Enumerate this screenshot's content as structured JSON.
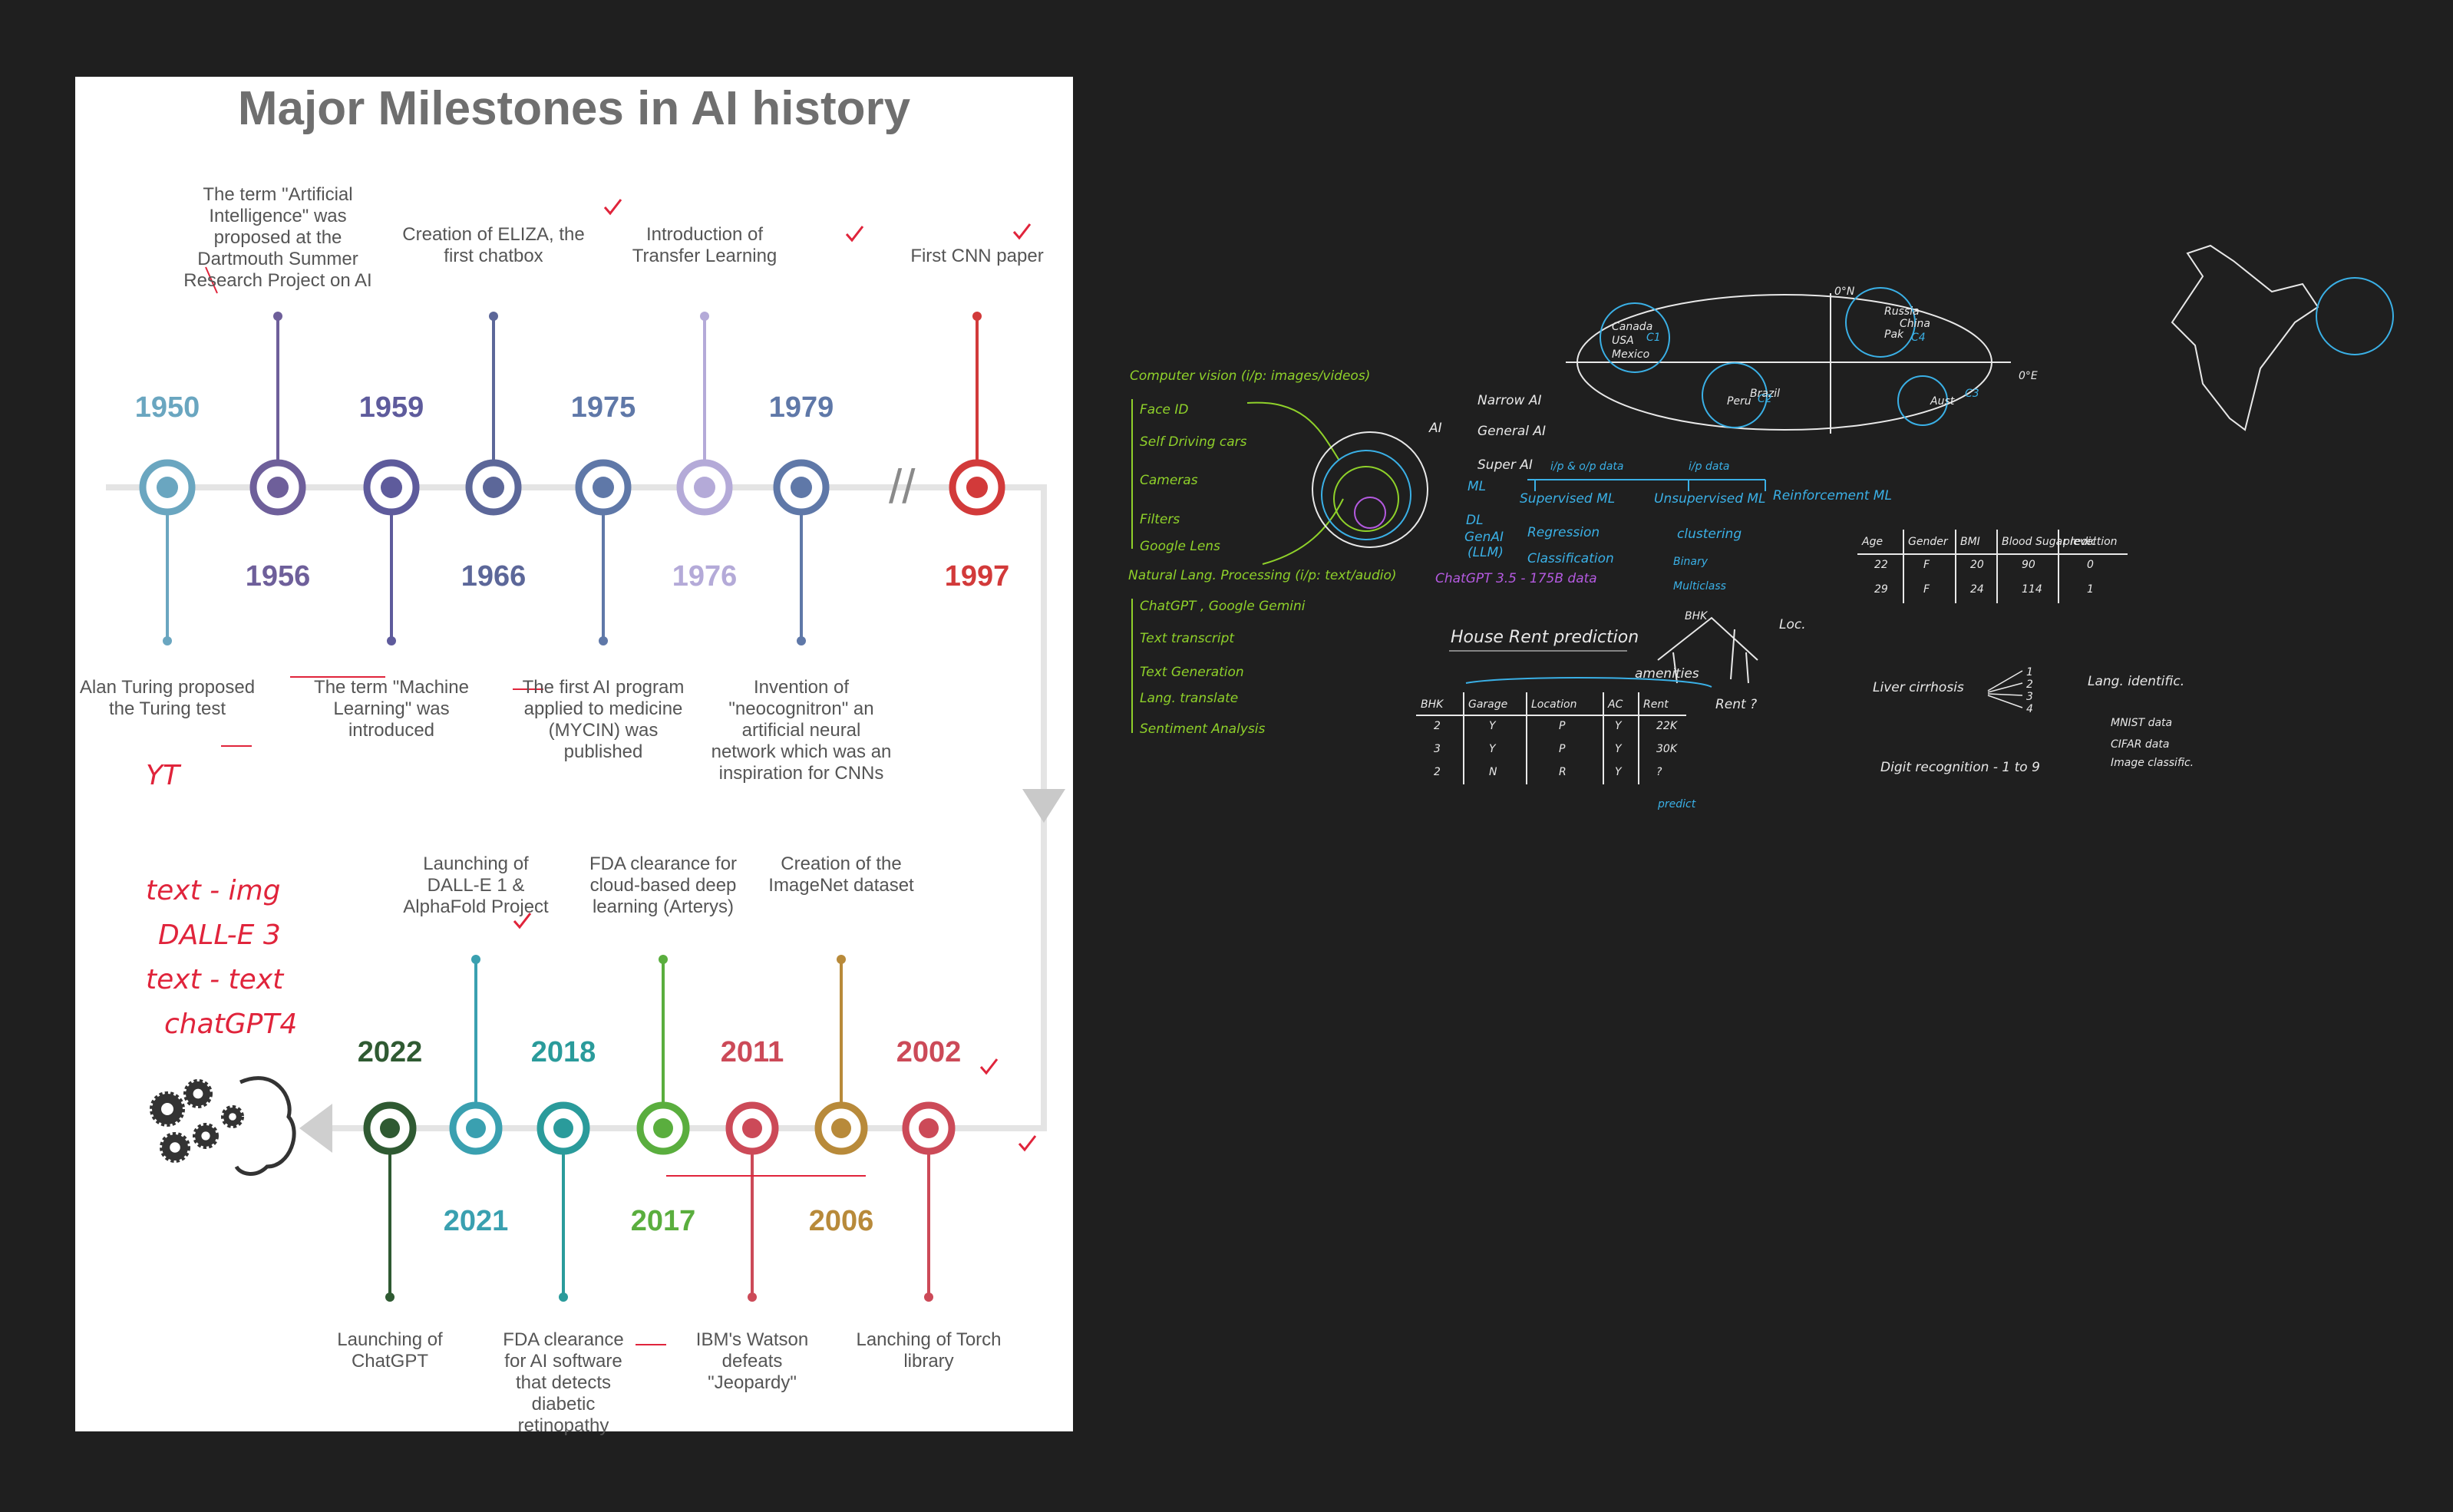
{
  "infographic": {
    "title": "Major Milestones in AI history",
    "top_years": [
      {
        "year": "1950",
        "color": "#6aa6c0"
      },
      {
        "year": "1959",
        "color": "#5e5b9c"
      },
      {
        "year": "1975",
        "color": "#5f78a8"
      },
      {
        "year": "1979",
        "color": "#5f78a8"
      },
      {
        "year": "1956",
        "color": "#6e5f9a"
      },
      {
        "year": "1966",
        "color": "#5c6799"
      },
      {
        "year": "1976",
        "color": "#b4aad8"
      },
      {
        "year": "1997",
        "color": "#d23a3a"
      }
    ],
    "top_descriptions": [
      "The term \"Artificial\nIntelligence\" was\nproposed at the\nDartmouth Summer\nResearch Project on AI",
      "Creation of ELIZA, the\nfirst chatbox",
      "Introduction of\nTransfer Learning",
      "First CNN paper",
      "Alan Turing proposed\nthe Turing test",
      "The term \"Machine\nLearning\" was\nintroduced",
      "The first AI program\napplied to medicine\n(MYCIN) was\npublished",
      "Invention of\n\"neocognitron\" an\nartificial neural\nnetwork which was an\ninspiration for CNNs"
    ],
    "bottom_years": [
      {
        "year": "2022",
        "color": "#2f5a32"
      },
      {
        "year": "2018",
        "color": "#2a9b9b"
      },
      {
        "year": "2011",
        "color": "#cc4a58"
      },
      {
        "year": "2002",
        "color": "#cc4a58"
      },
      {
        "year": "2021",
        "color": "#3aa0b0"
      },
      {
        "year": "2017",
        "color": "#5aae3e"
      },
      {
        "year": "2006",
        "color": "#b88a3a"
      }
    ],
    "bottom_descriptions": [
      "Launching of\nDALL-E 1 &\nAlphaFold Project",
      "FDA clearance for\ncloud-based deep\nlearning (Arterys)",
      "Creation of the\nImageNet dataset",
      "Launching of\nChatGPT",
      "FDA clearance\nfor AI software\nthat detects\ndiabetic\nretinopathy",
      "IBM's Watson\ndefeats\n\"Jeopardy\"",
      "Lanching of Torch\nlibrary"
    ],
    "break_mark": "//",
    "brain_icon": "brain-gears-icon"
  },
  "annotations": {
    "yt": "YT",
    "text_img": "text - img",
    "dalle3": "DALL-E 3",
    "text_text": "text - text",
    "chatgpt4": "chatGPT4"
  },
  "board": {
    "cv": "Computer vision (i/p: images/videos)",
    "face": "Face ID",
    "self": "Self Driving cars",
    "cameras": "Cameras",
    "filters": "Filters",
    "lens": "Google Lens",
    "nlp": "Natural Lang. Processing (i/p: text/audio)",
    "chatgpt": "ChatGPT , Google Gemini",
    "transcript": "Text transcript",
    "textgen": "Text Generation",
    "translate": "Lang. translate",
    "sentiment": "Sentiment Analysis",
    "narrow": "Narrow AI",
    "general": "General AI",
    "super": "Super AI",
    "ai": "AI",
    "ml": "ML",
    "dl": "DL",
    "genai": "GenAI",
    "llm": "(LLM)",
    "chatgpt35": "ChatGPT 3.5 - 175B data",
    "sup": "Supervised ML",
    "unsup": "Unsupervised ML",
    "reinf": "Reinforcement ML",
    "io": "i/p & o/p data",
    "ip": "i/p data",
    "regression": "Regression",
    "classification": "Classification",
    "clustering": "clustering",
    "binary": "Binary",
    "multiclass": "Multiclass",
    "house": "House Rent prediction",
    "amenities": "amenities",
    "rent_q": "Rent ?",
    "bhk": "BHK",
    "loc": "Loc.",
    "predict": "predict",
    "rent_table": {
      "headers": [
        "BHK",
        "Garage",
        "Location",
        "AC",
        "Rent"
      ],
      "rows": [
        [
          "2",
          "Y",
          "P",
          "Y",
          "22K"
        ],
        [
          "3",
          "Y",
          "P",
          "Y",
          "30K"
        ],
        [
          "2",
          "N",
          "R",
          "Y",
          "?"
        ]
      ]
    },
    "health_table": {
      "headers": [
        "Age",
        "Gender",
        "BMI",
        "Blood Sugar level",
        "prediction"
      ],
      "rows": [
        [
          "22",
          "F",
          "20",
          "90",
          "0"
        ],
        [
          "29",
          "F",
          "24",
          "114",
          "1"
        ]
      ]
    },
    "liver": "Liver cirrhosis",
    "stages": [
      "1",
      "2",
      "3",
      "4"
    ],
    "lang_id": "Lang. identific.",
    "mnist": "MNIST data",
    "cifar": "CIFAR data",
    "imgcls": "Image classific.",
    "digit": "Digit recognition - 1 to 9",
    "map_labels": [
      "Canada",
      "USA",
      "Mexico",
      "Russia",
      "China",
      "Pak",
      "Brazil",
      "Peru",
      "Aust"
    ],
    "clusters": [
      "C1",
      "C4",
      "C2",
      "C3"
    ],
    "zero_n": "0°N",
    "zero_e": "0°E"
  }
}
